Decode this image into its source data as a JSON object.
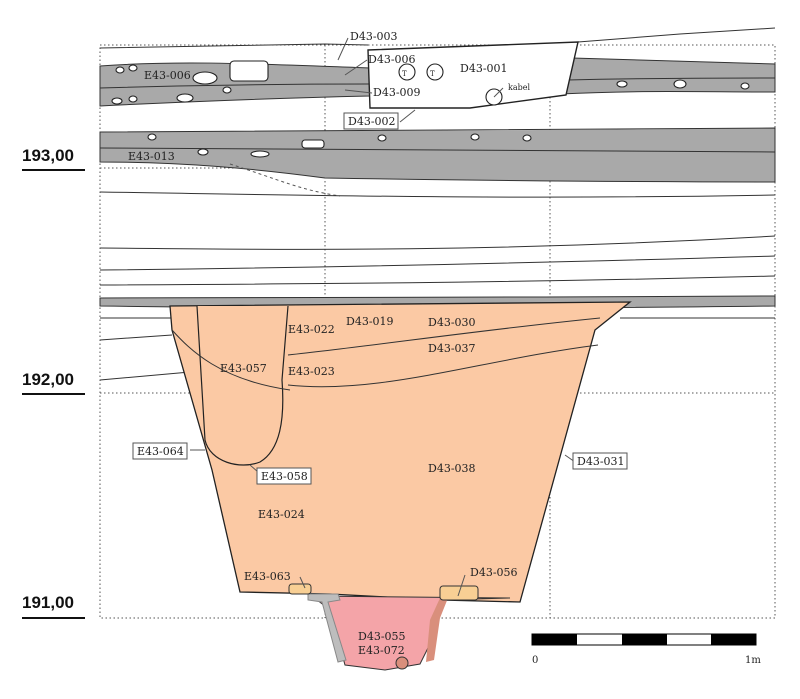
{
  "elevations": [
    "193,00",
    "192,00",
    "191,00"
  ],
  "labels": {
    "d43_003": "D43-003",
    "d43_006": "D43-006",
    "d43_001": "D43-001",
    "e43_006": "E43-006",
    "d43_009": "D43-009",
    "kabel": "kabel",
    "d43_002": "D43-002",
    "e43_013": "E43-013",
    "d43_019": "D43-019",
    "d43_030": "D43-030",
    "e43_022": "E43-022",
    "d43_037": "D43-037",
    "e43_057": "E43-057",
    "e43_023": "E43-023",
    "e43_064": "E43-064",
    "e43_058": "E43-058",
    "d43_038": "D43-038",
    "d43_031": "D43-031",
    "e43_024": "E43-024",
    "e43_063": "E43-063",
    "d43_056": "D43-056",
    "d43_055": "D43-055",
    "e43_072": "E43-072",
    "t1": "T",
    "t2": "T"
  },
  "scale": {
    "start": "0",
    "end": "1m",
    "segments": 5
  },
  "colors": {
    "gray_layer": "#a9a9a9",
    "pit_fill": "#fbc9a4",
    "inner_pit": "#f4a4a8",
    "lining": "#d98f7c",
    "stone_pale": "#f8cf94",
    "pipe": "#bdbdbd"
  }
}
